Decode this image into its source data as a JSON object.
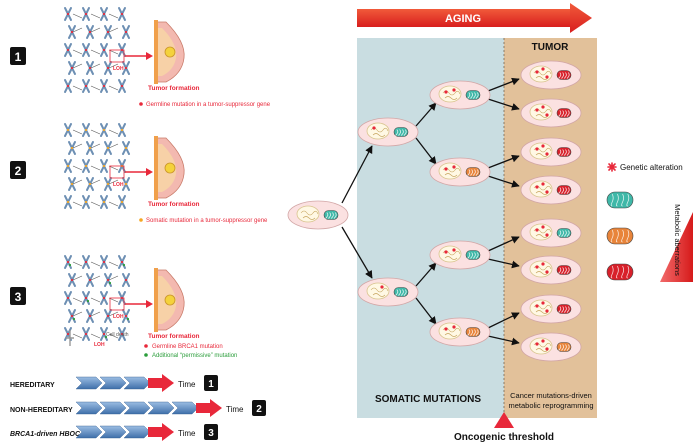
{
  "panels": [
    {
      "number": "1",
      "tumor_label": "Tumor formation",
      "loh_label": "LOH",
      "legend": "Germline mutation in a tumor-suppressor gene",
      "legend_color": "#e8283a"
    },
    {
      "number": "2",
      "tumor_label": "Tumor formation",
      "loh_label": "LOH",
      "legend": "Somatic mutation in a tumor-suppressor gene",
      "legend_color": "#f5a623"
    },
    {
      "number": "3",
      "tumor_label": "Tumor formation",
      "loh_label": "LOH",
      "loh2_label": "LOH",
      "cell_death_label": "Cell death",
      "legend_a": "Germline BRCA1 mutation",
      "legend_a_color": "#e8283a",
      "legend_b": "Additional “permissive” mutation",
      "legend_b_color": "#2a9d3a"
    }
  ],
  "timelines": [
    {
      "label": "HEREDITARY",
      "time_label": "Time",
      "number": "1"
    },
    {
      "label": "NON-HEREDITARY",
      "time_label": "Time",
      "number": "2"
    },
    {
      "label": "BRCA1-driven HBOC",
      "time_label": "Time",
      "number": "3"
    }
  ],
  "aging_label": "AGING",
  "tumor_header": "TUMOR",
  "somatic_label": "SOMATIC MUTATIONS",
  "reprogramming_label_line1": "Cancer mutations-driven",
  "reprogramming_label_line2": "metabolic reprogramming",
  "threshold_label": "Oncogenic threshold",
  "legend": {
    "genetic_alteration": "Genetic alteration",
    "metabolic_label": "Metabolic aberrations"
  },
  "colors": {
    "accent_red": "#e8283a",
    "somatic_bg": "#c9dde1",
    "tumor_bg": "#e2c19a",
    "mito_green": "#3fb8a8",
    "mito_orange": "#e8843a",
    "mito_red": "#d8202a",
    "arrow_blue": "#5b8bc4"
  }
}
